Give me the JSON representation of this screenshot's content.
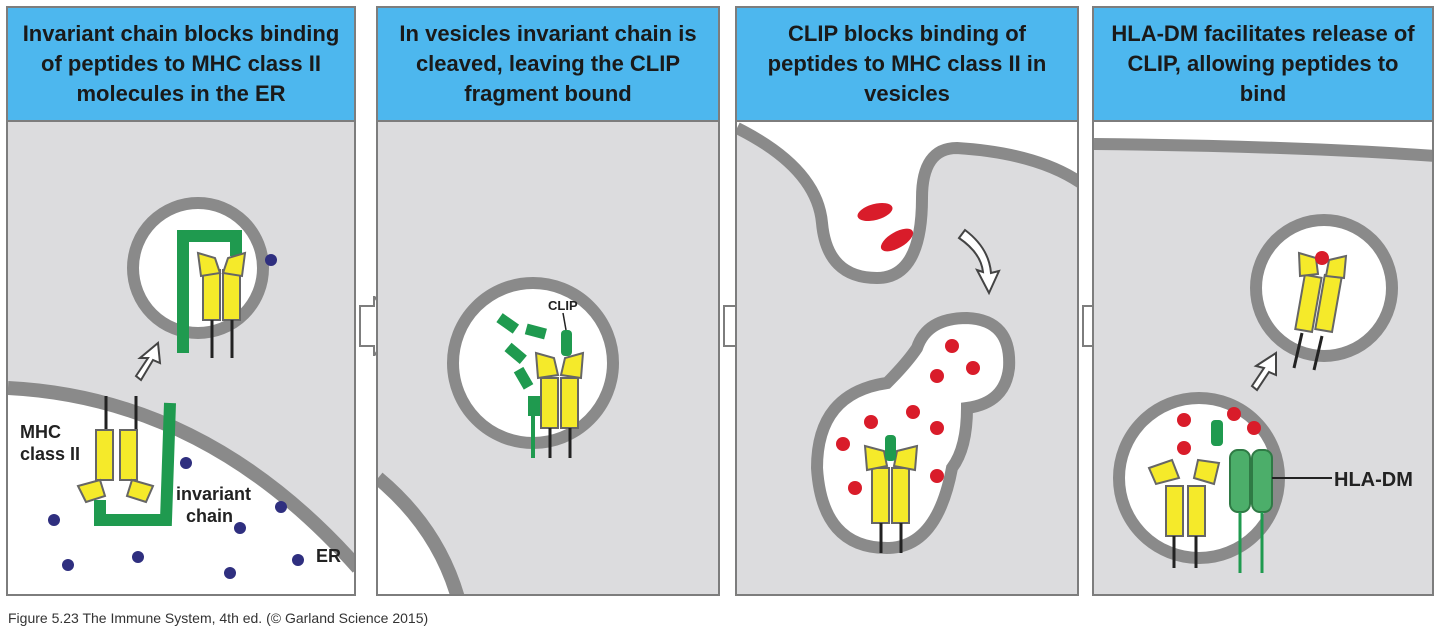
{
  "panels": [
    {
      "title": "Invariant chain blocks binding of peptides to MHC class II molecules in the ER"
    },
    {
      "title": "In vesicles invariant chain is cleaved, leaving the CLIP fragment bound"
    },
    {
      "title": "CLIP blocks binding of peptides to MHC class II in vesicles"
    },
    {
      "title": "HLA-DM facilitates release of CLIP, allowing peptides to bind"
    }
  ],
  "labels": {
    "mhc_line1": "MHC",
    "mhc_line2": "class II",
    "invariant_line1": "invariant",
    "invariant_line2": "chain",
    "er": "ER",
    "clip": "CLIP",
    "hla_dm": "HLA-DM"
  },
  "caption": "Figure 5.23  The Immune System, 4th ed. (© Garland Science 2015)",
  "colors": {
    "header": "#4db7ee",
    "cytoplasm": "#dcdcde",
    "membrane": "#8a8a8a",
    "mhc": "#f5ea2a",
    "invariant": "#1f9a4f",
    "peptide": "#d91c2a",
    "er_dot": "#2f2f7f",
    "hla_dm": "#4cae6a"
  }
}
